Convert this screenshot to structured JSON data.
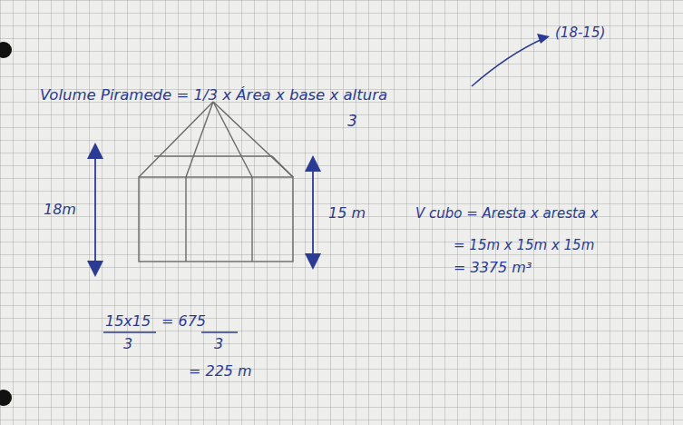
{
  "diagram": {
    "labels": [
      "Volume Piramede = 1/3 x Área x base x altura",
      "3",
      "(18-15)",
      "18m",
      "15 m",
      "V cubo = Aresta x aresta x",
      "= 15m x 15m x 15m",
      "= 3375 m³",
      "15x15",
      "= 675",
      "3",
      "3",
      "= 225 m"
    ]
  }
}
